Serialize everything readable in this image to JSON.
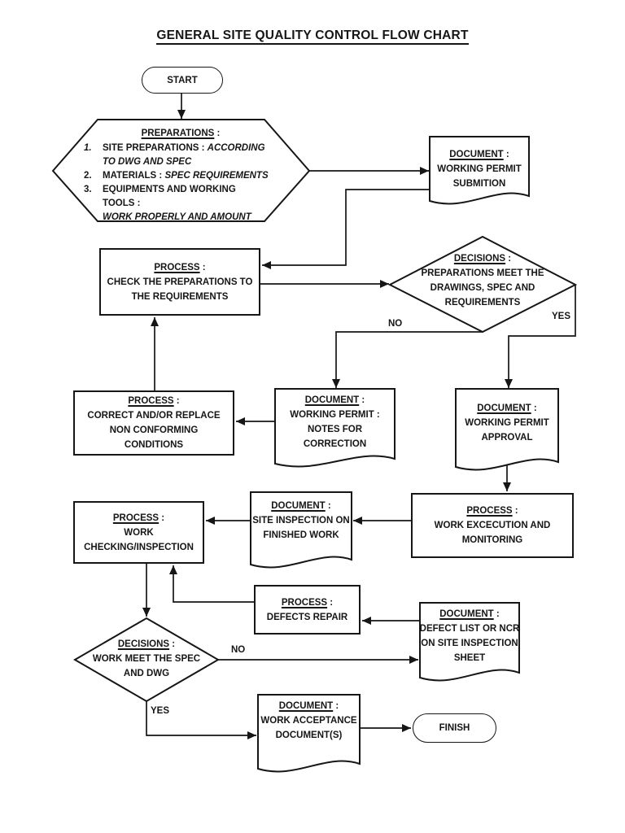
{
  "page": {
    "title": "GENERAL SITE QUALITY CONTROL FLOW CHART"
  },
  "colors": {
    "ink": "#161616",
    "background": "#ffffff"
  },
  "labels": {
    "colon": " :",
    "no": "NO",
    "yes": "YES"
  },
  "nodes": {
    "start": {
      "text": "START"
    },
    "preparations": {
      "heading": "PREPARATIONS",
      "items": [
        {
          "num": "1.",
          "title": "SITE PREPARATIONS : ",
          "detail": "ACCORDING\nTO DWG AND SPEC"
        },
        {
          "num": "2.",
          "title": "MATERIALS : ",
          "detail": "SPEC REQUIREMENTS"
        },
        {
          "num": "3.",
          "title": "EQUIPMENTS AND WORKING TOOLS :",
          "detail": "\nWORK PROPERLY AND AMOUNT"
        }
      ]
    },
    "permit_submition": {
      "heading": "DOCUMENT",
      "body": "WORKING PERMIT\nSUBMITION"
    },
    "check_preparations": {
      "heading": "PROCESS",
      "body": "CHECK THE PREPARATIONS TO\nTHE REQUIREMENTS"
    },
    "preparations_meet": {
      "heading": "DECISIONS",
      "body": "PREPARATIONS MEET THE\nDRAWINGS, SPEC AND\nREQUIREMENTS"
    },
    "correct_replace": {
      "heading": "PROCESS",
      "body": "CORRECT AND/OR REPLACE\nNON CONFORMING\nCONDITIONS"
    },
    "permit_notes": {
      "heading": "DOCUMENT",
      "body": "WORKING PERMIT :\nNOTES FOR\nCORRECTION"
    },
    "permit_approval": {
      "heading": "DOCUMENT",
      "body": "WORKING PERMIT\nAPPROVAL"
    },
    "work_execution": {
      "heading": "PROCESS",
      "body": "WORK EXCECUTION AND\nMONITORING"
    },
    "site_inspection": {
      "heading": "DOCUMENT",
      "body": "SITE INSPECTION ON\nFINISHED WORK"
    },
    "work_checking": {
      "heading": "PROCESS",
      "body": "WORK\nCHECKING/INSPECTION"
    },
    "defects_repair": {
      "heading": "PROCESS",
      "body": "DEFECTS REPAIR"
    },
    "defect_list": {
      "heading": "DOCUMENT",
      "body": "DEFECT LIST OR NCR\nON SITE INSPECTION\nSHEET"
    },
    "work_meet_spec": {
      "heading": "DECISIONS",
      "body": "WORK MEET THE SPEC\nAND DWG"
    },
    "work_acceptance": {
      "heading": "DOCUMENT",
      "body": "WORK ACCEPTANCE\nDOCUMENT(S)"
    },
    "finish": {
      "text": "FINISH"
    }
  }
}
